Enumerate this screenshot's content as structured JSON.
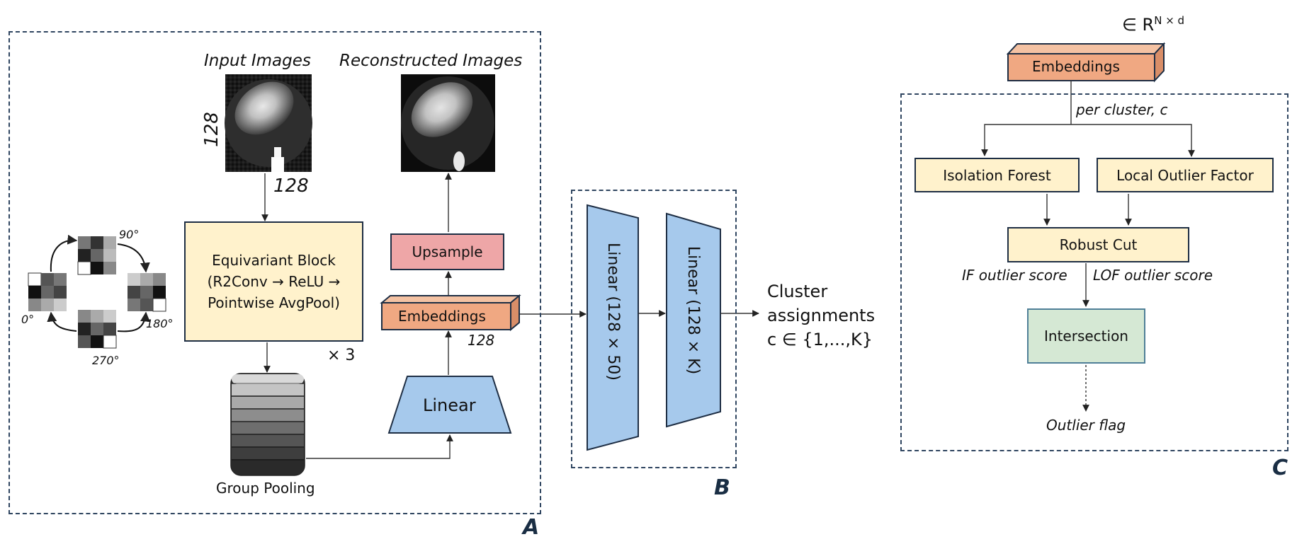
{
  "panels": {
    "a": "A",
    "b": "B",
    "c": "C"
  },
  "panel_a": {
    "input_images_label": "Input Images",
    "reconstructed_images_label": "Reconstructed Images",
    "dim_vertical": "128",
    "dim_horizontal": "128",
    "equivariant_block": [
      "Equivariant Block",
      "(R2Conv → ReLU →",
      "Pointwise AvgPool)"
    ],
    "repeat": "× 3",
    "group_pooling": "Group Pooling",
    "linear": "Linear",
    "embeddings": "Embeddings",
    "embeddings_dim": "128",
    "upsample": "Upsample",
    "rotations": {
      "r0": "0°",
      "r90": "90°",
      "r180": "180°",
      "r270": "270°"
    }
  },
  "panel_b": {
    "linear1": "Linear (128 × 50)",
    "linear2": "Linear (128 × K)",
    "output": [
      "Cluster",
      "assignments",
      "c ∈ {1,...,K}"
    ]
  },
  "panel_c": {
    "space_prefix": "∈ R",
    "space_sup": "N × d",
    "embeddings": "Embeddings",
    "per_cluster": "per cluster, c",
    "isolation_forest": "Isolation Forest",
    "local_outlier_factor": "Local Outlier Factor",
    "robust_cut": "Robust Cut",
    "if_score": "IF outlier score",
    "lof_score": "LOF outlier score",
    "intersection": "Intersection",
    "outlier_flag": "Outlier flag"
  },
  "colors": {
    "border": "#1e2e44",
    "dashed": "#2f4560",
    "yellow": "#fff2cc",
    "orange": "#f0a882",
    "pink": "#eea6a7",
    "blue": "#a6c9ec",
    "green": "#d5e8d4"
  }
}
